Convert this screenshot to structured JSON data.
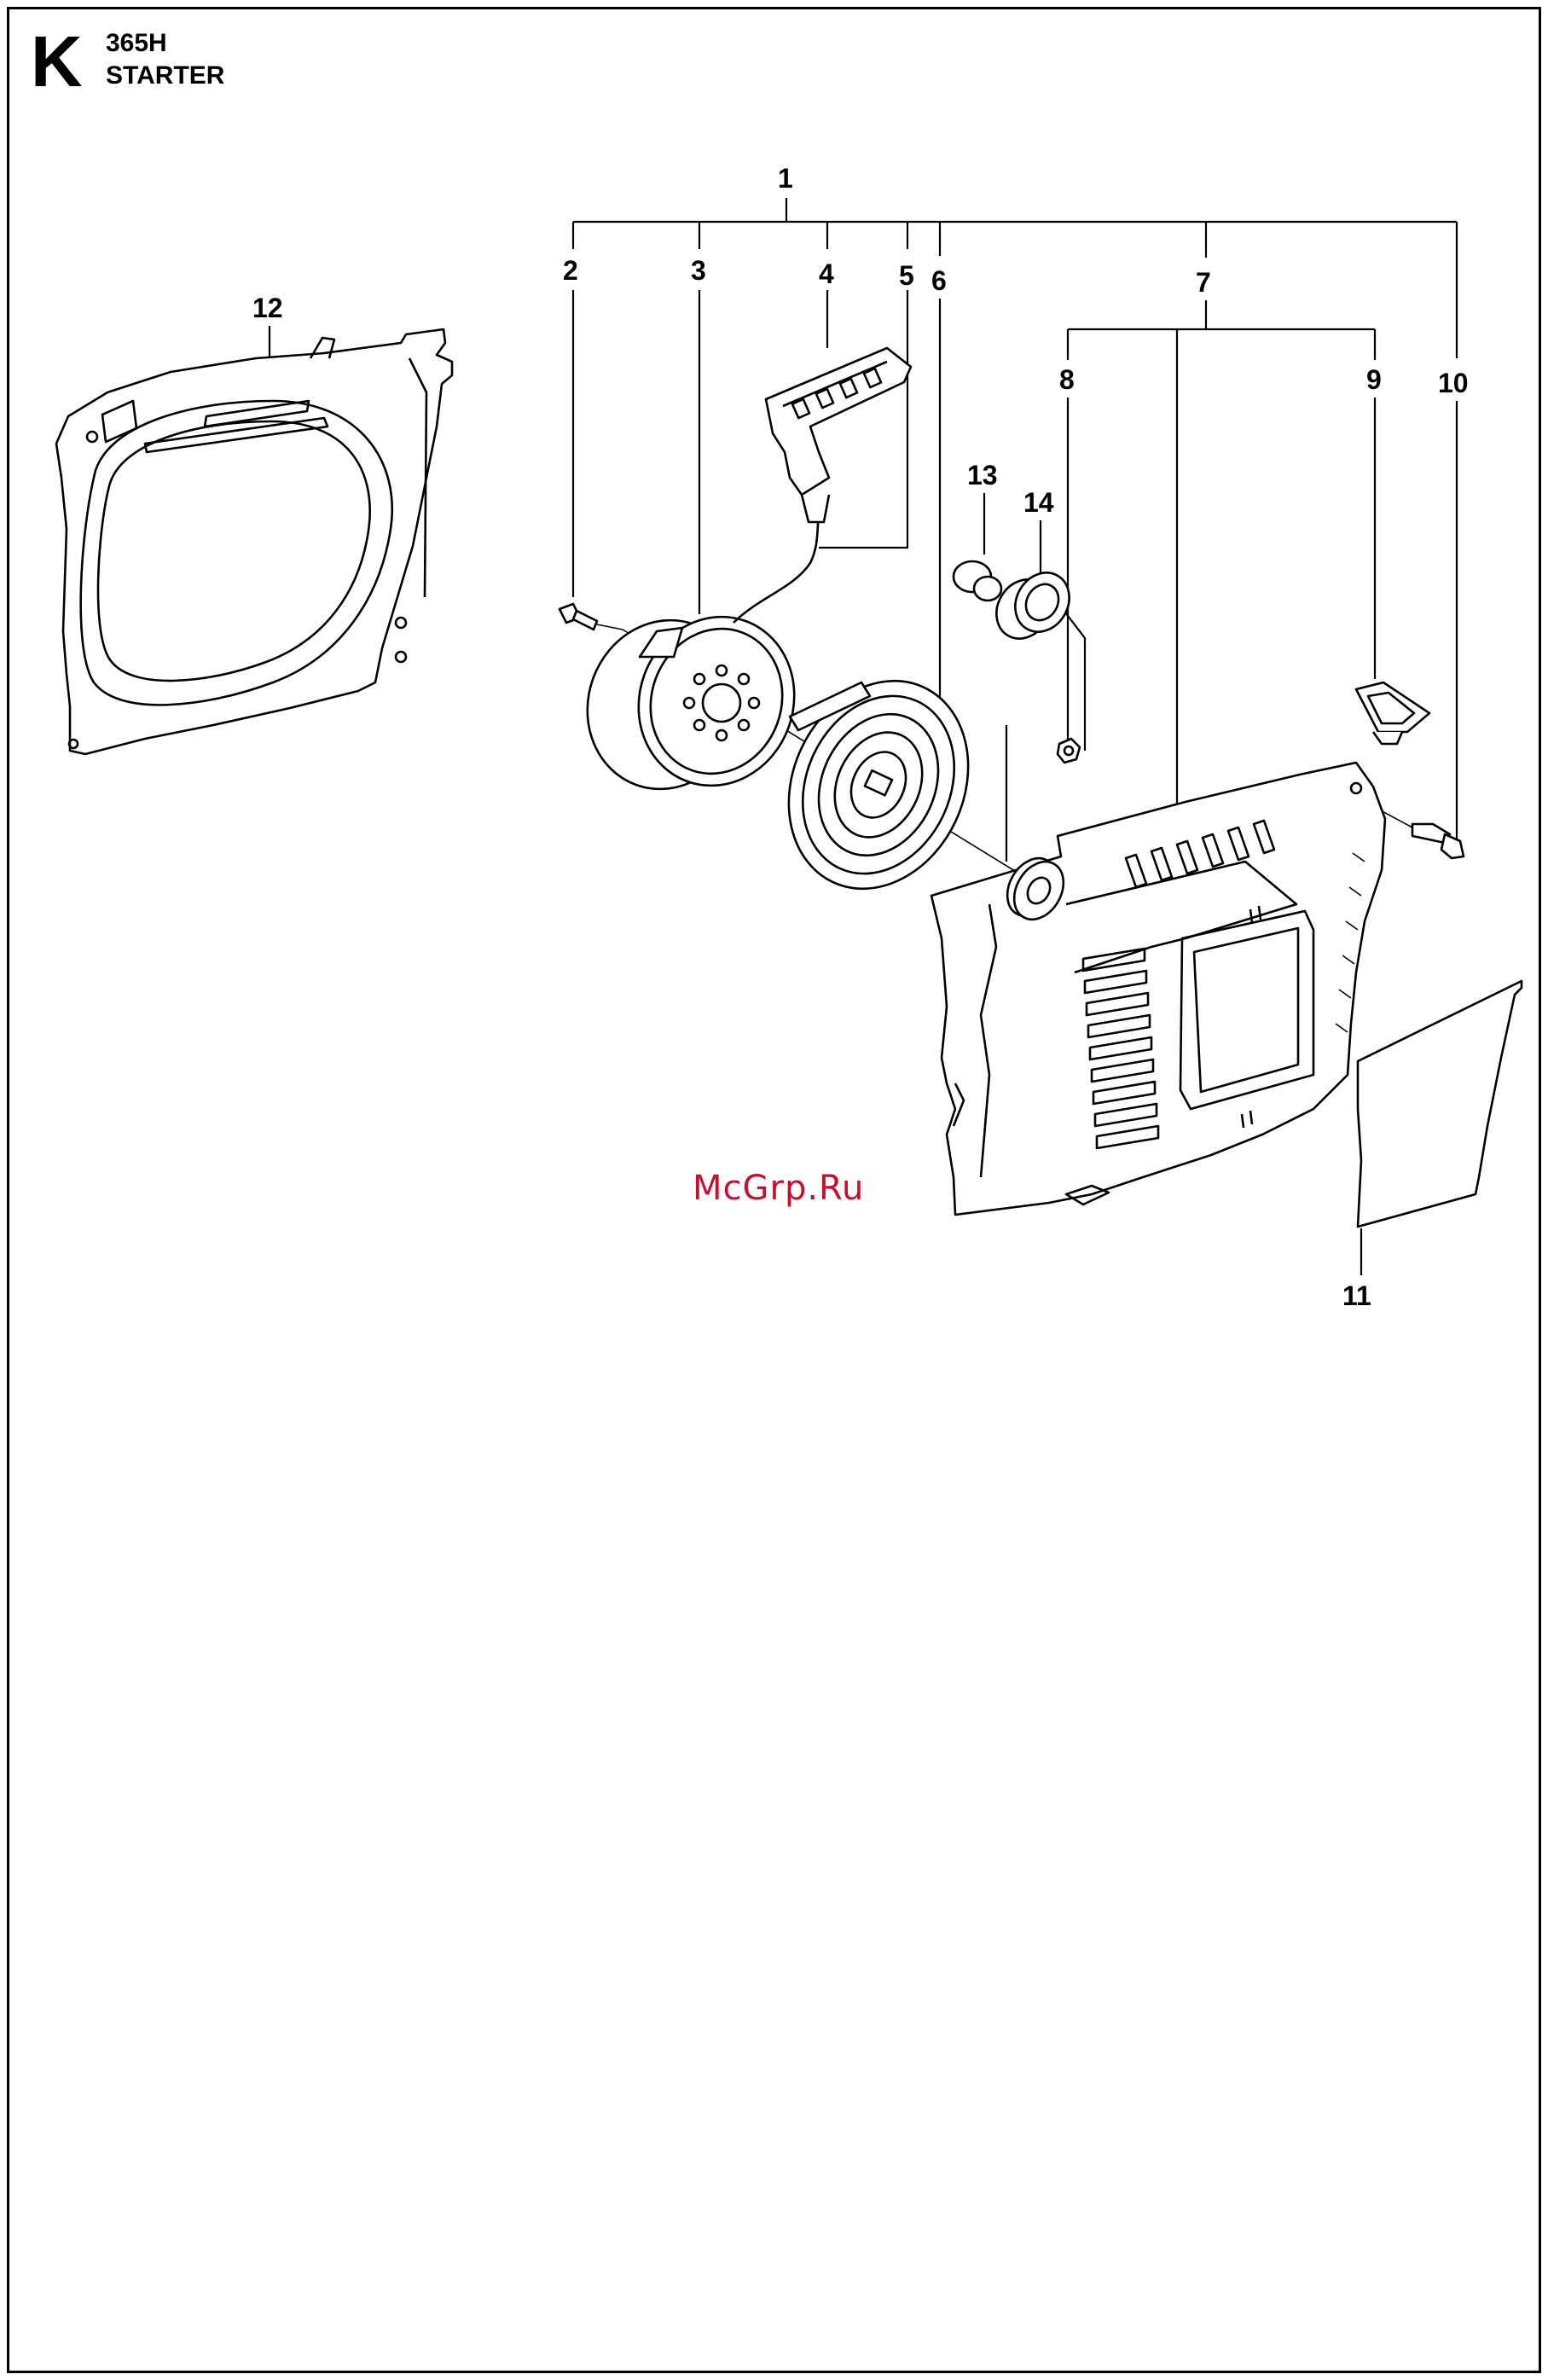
{
  "header": {
    "section_letter": "K",
    "model": "365H",
    "title": "STARTER"
  },
  "watermark": "McGrp.Ru",
  "callouts": {
    "c1": "1",
    "c2": "2",
    "c3": "3",
    "c4": "4",
    "c5": "5",
    "c6": "6",
    "c7": "7",
    "c8": "8",
    "c9": "9",
    "c10": "10",
    "c11": "11",
    "c12": "12",
    "c13": "13",
    "c14": "14"
  },
  "colors": {
    "lines": "#000000",
    "background": "#ffffff",
    "watermark": "#c8102e"
  }
}
